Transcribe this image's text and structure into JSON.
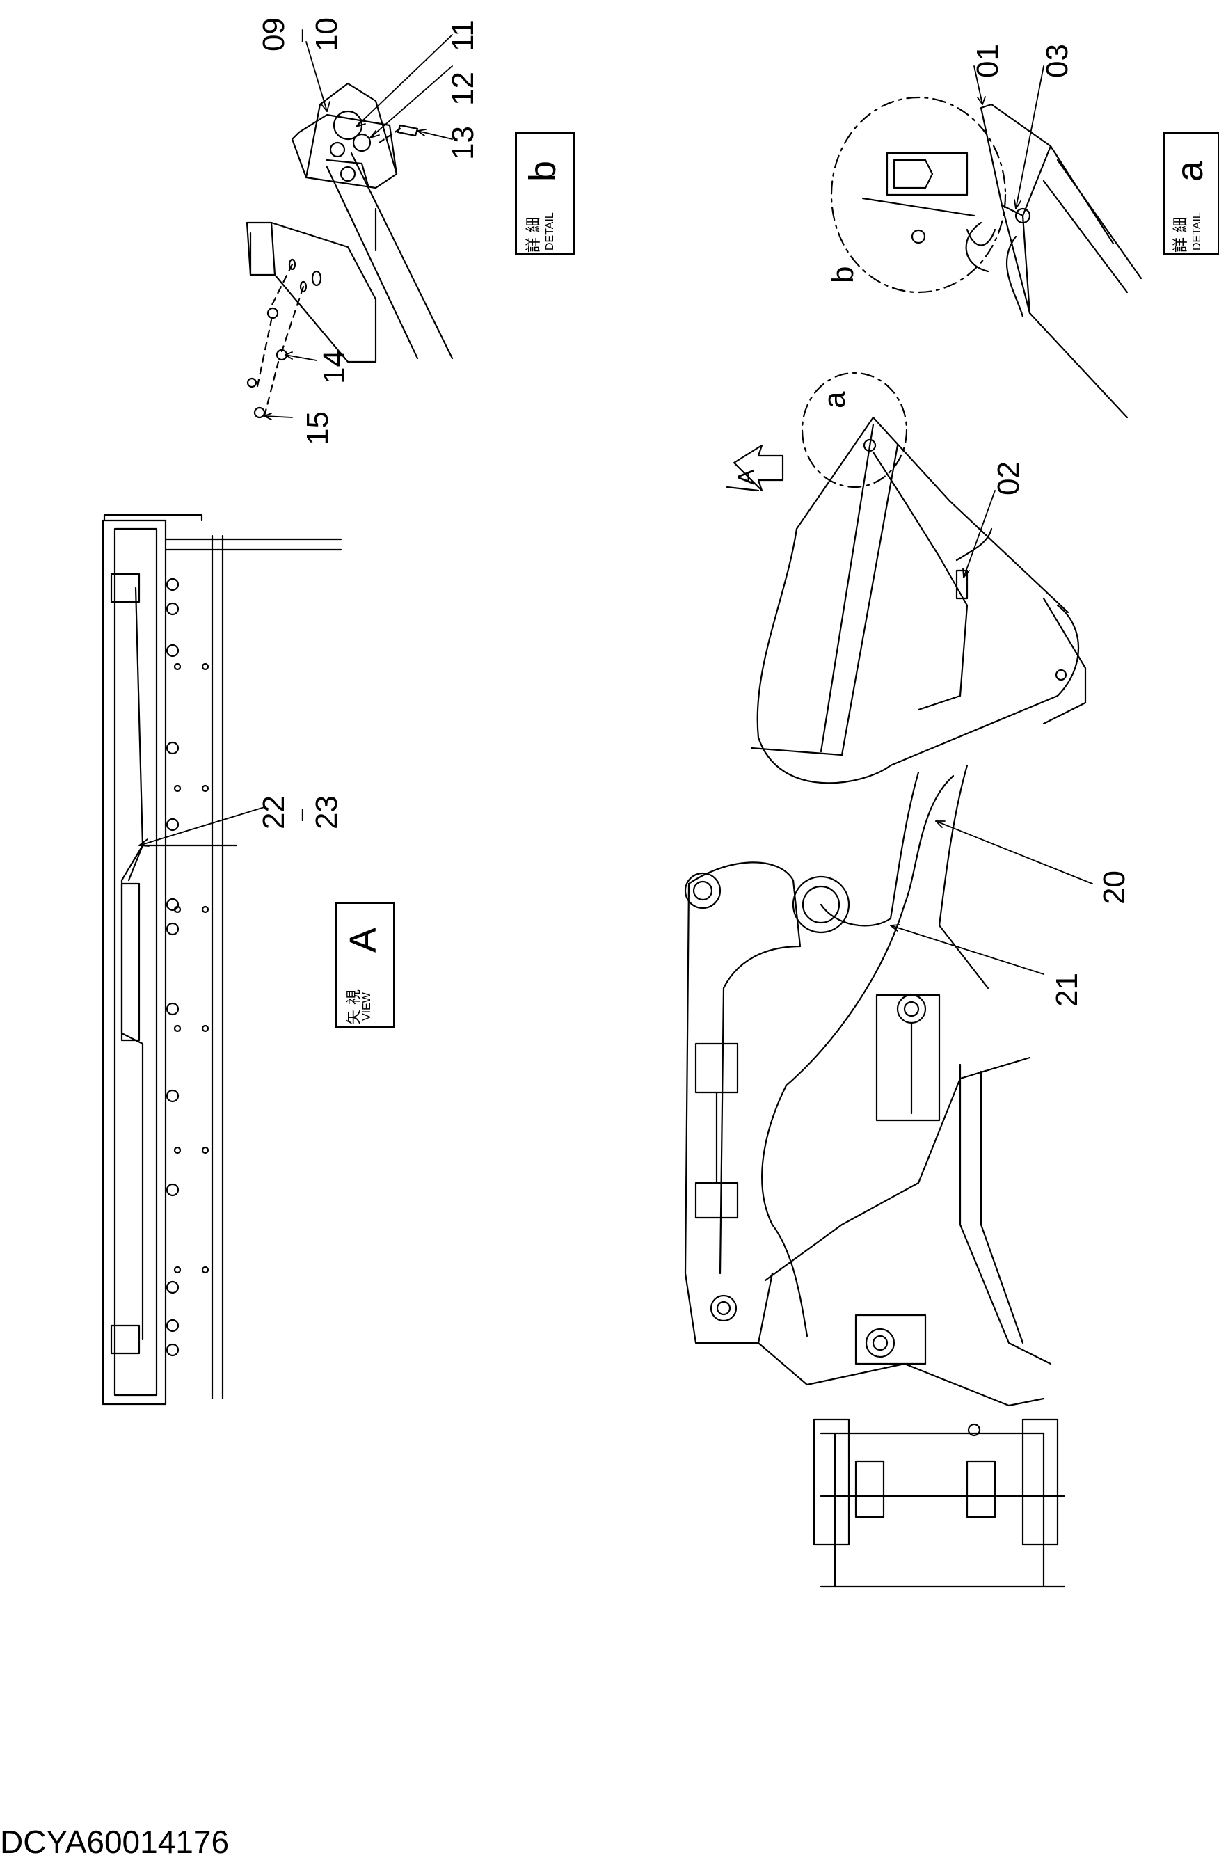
{
  "drawing_code": "DCYA60014176",
  "detail_tags": {
    "a": {
      "ja": "詳 細",
      "en": "DETAIL",
      "letter": "a"
    },
    "b": {
      "ja": "詳 細",
      "en": "DETAIL",
      "letter": "b"
    },
    "view_a": {
      "ja": "矢 視",
      "en": "VIEW",
      "letter": "A"
    }
  },
  "circle_labels": {
    "a": "a",
    "b": "b"
  },
  "view_arrow_letter": "A",
  "callouts": {
    "c01": "01",
    "c02": "02",
    "c03": "03",
    "c09": "09",
    "c10": "10",
    "c11": "11",
    "c12": "12",
    "c13": "13",
    "c14": "14",
    "c15": "15",
    "c20": "20",
    "c21": "21",
    "c22": "22",
    "c23": "23",
    "range_dash": "–"
  }
}
